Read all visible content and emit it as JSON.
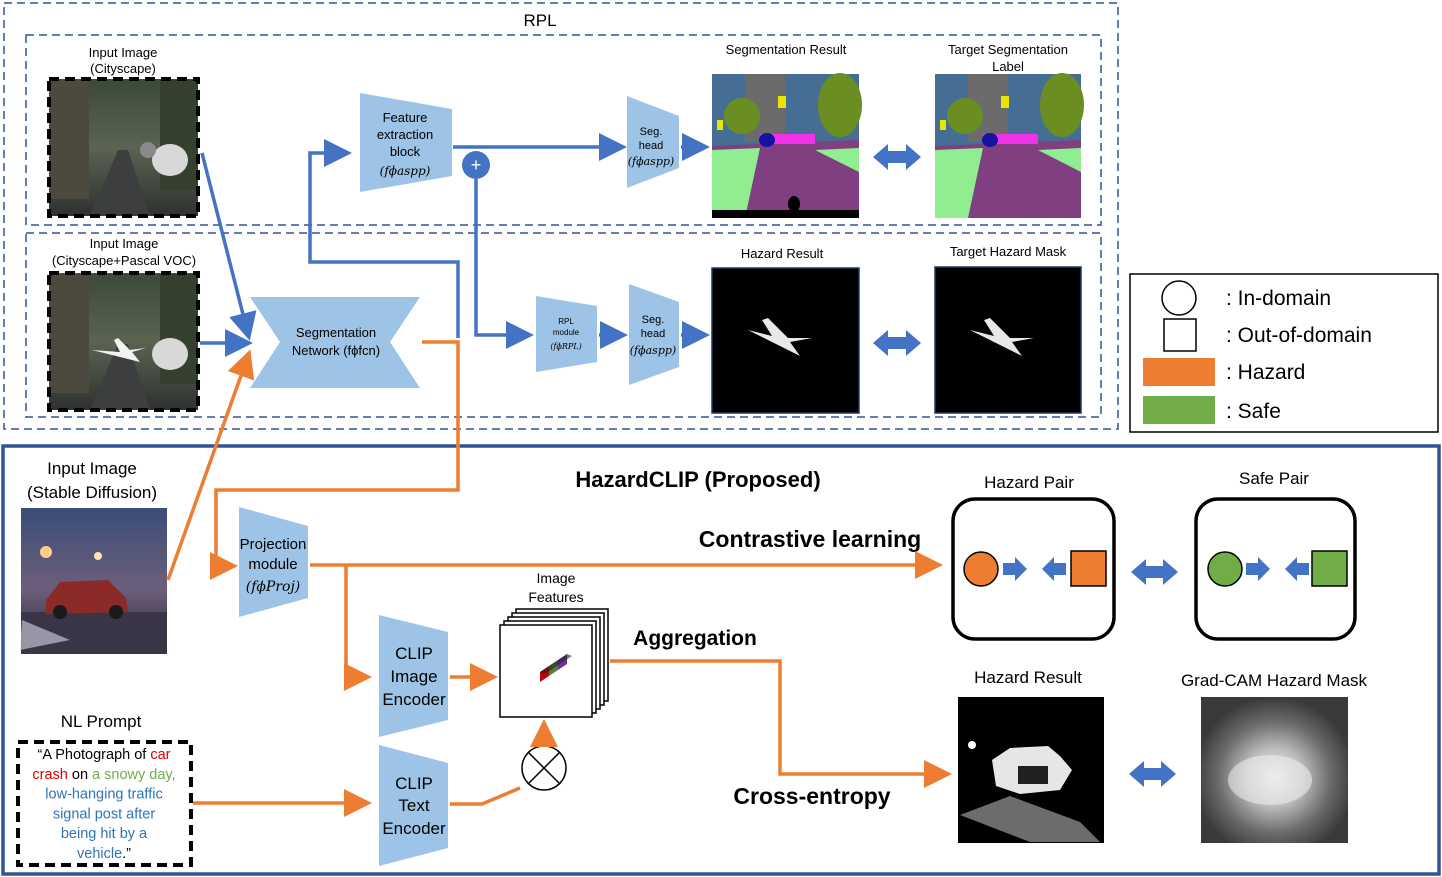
{
  "rpl": {
    "title": "RPL",
    "input1_label": [
      "Input Image",
      "(Cityscape)"
    ],
    "input2_label": [
      "Input Image",
      "(Cityscape+Pascal VOC)"
    ],
    "feature_block": [
      "Feature",
      "extraction",
      "block",
      "(fϕaspp)"
    ],
    "seg_head_top": [
      "Seg.",
      "head",
      "(fϕaspp)"
    ],
    "seg_network": [
      "Segmentation",
      "Network (fϕfcn)"
    ],
    "rpl_module": [
      "RPL",
      "module",
      "(fϕRPL)"
    ],
    "seg_head_bottom": [
      "Seg.",
      "head",
      "(fϕaspp)"
    ],
    "seg_result_label": "Segmentation Result",
    "target_seg_label": [
      "Target Segmentation",
      "Label"
    ],
    "hazard_result_label": "Hazard Result",
    "target_hazard_label": "Target Hazard Mask"
  },
  "legend": {
    "items": [
      {
        "shape": "circle",
        "label": ": In-domain"
      },
      {
        "shape": "square",
        "label": ": Out-of-domain"
      },
      {
        "shape": "orange",
        "label": ": Hazard",
        "color": "#ED7D31"
      },
      {
        "shape": "green",
        "label": ": Safe",
        "color": "#70AD47"
      }
    ]
  },
  "hazardclip": {
    "title": "HazardCLIP (Proposed)",
    "input_label": [
      "Input Image",
      "(Stable Diffusion)"
    ],
    "projection": [
      "Projection",
      "module",
      "(fϕProj)"
    ],
    "clip_image": [
      "CLIP",
      "Image",
      "Encoder"
    ],
    "clip_text": [
      "CLIP",
      "Text",
      "Encoder"
    ],
    "image_features": [
      "Image",
      "Features"
    ],
    "aggregation": "Aggregation",
    "contrastive": "Contrastive learning",
    "cross_entropy": "Cross-entropy",
    "hazard_pair": "Hazard Pair",
    "safe_pair": "Safe Pair",
    "hazard_result": "Hazard Result",
    "gradcam": "Grad-CAM Hazard Mask",
    "nl_prompt_label": "NL Prompt",
    "nl_prompt_lines": [
      [
        {
          "t": "“A Photograph of ",
          "c": "#000000"
        },
        {
          "t": "car",
          "c": "#E00000"
        }
      ],
      [
        {
          "t": "crash",
          "c": "#E00000"
        },
        {
          "t": " on ",
          "c": "#000000"
        },
        {
          "t": "a snowy day,",
          "c": "#70AD47"
        }
      ],
      [
        {
          "t": "low-hanging traffic",
          "c": "#2E75B6"
        }
      ],
      [
        {
          "t": "signal post after",
          "c": "#2E75B6"
        }
      ],
      [
        {
          "t": "being hit by a",
          "c": "#2E75B6"
        }
      ],
      [
        {
          "t": "vehicle",
          "c": "#2E75B6"
        },
        {
          "t": ".”",
          "c": "#000000"
        }
      ]
    ]
  },
  "colors": {
    "blue_arrow": "#4472C4",
    "orange_arrow": "#ED7D31",
    "module_fill": "#9DC3E6",
    "frame_blue": "#2F5597",
    "hazard": "#ED7D31",
    "safe": "#70AD47"
  }
}
